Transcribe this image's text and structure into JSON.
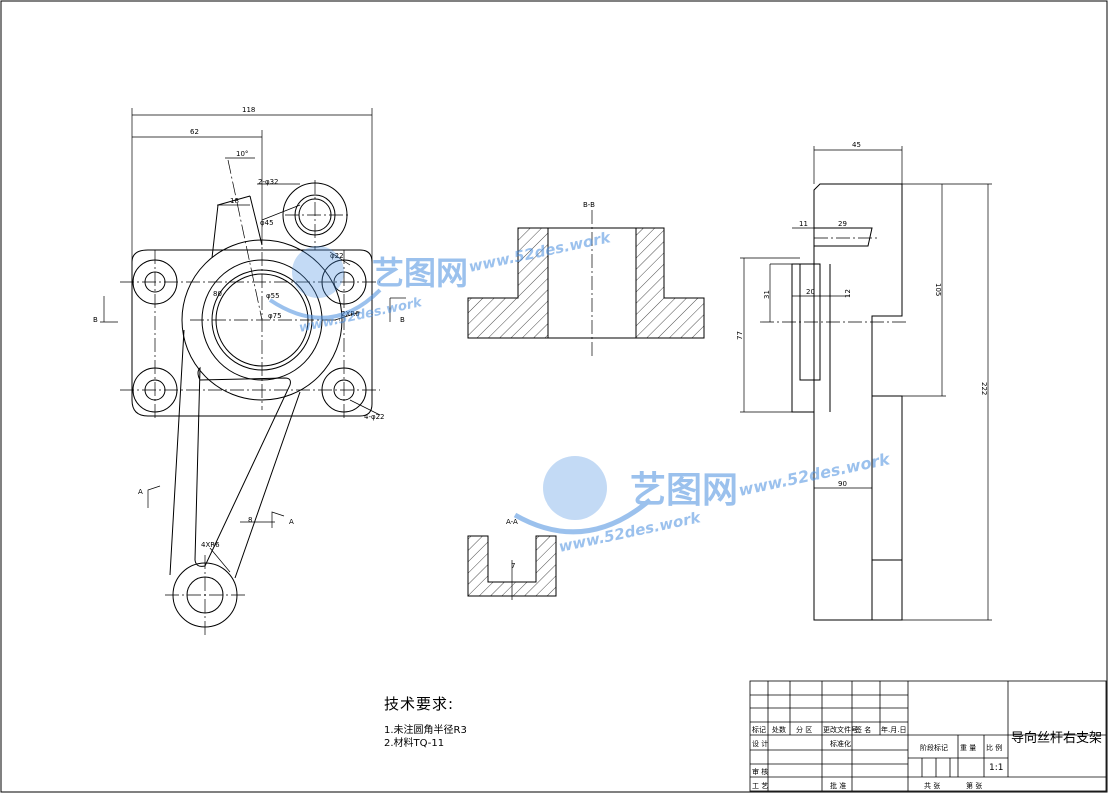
{
  "drawing": {
    "title": "导向丝杆右支架",
    "scale": "1:1"
  },
  "views": {
    "section_bb_label": "B-B",
    "section_aa_label": "A-A",
    "cut_mark_b": "B",
    "cut_mark_a": "A"
  },
  "dimensions": {
    "d118": "118",
    "d62": "62",
    "d10deg": "10°",
    "d2phi32": "2-φ32",
    "d18": "18",
    "d45a": "φ45",
    "d80": "80",
    "d75": "φ75",
    "d55": "φ55",
    "d2xr6": "2XR6",
    "d6r22": "φ22",
    "d4phi22": "4-φ22",
    "d4xr6": "4XR6",
    "d8": "8",
    "d7": "7",
    "d45": "45",
    "d11": "11",
    "d29": "29",
    "d31": "31",
    "d20": "20",
    "d12": "12",
    "d77": "77",
    "d105": "105",
    "d90": "90",
    "d222": "222"
  },
  "notes": {
    "title": "技术要求:",
    "items": [
      "1.未注圆角半径R3",
      "2.材料TQ-11"
    ]
  },
  "title_block": {
    "rev_headers": [
      "标记",
      "处数",
      "分 区",
      "更改文件号",
      "签 名",
      "年.月.日"
    ],
    "design": "设 计",
    "standardize": "标准化",
    "stage_mark": "阶段标记",
    "weight": "重 量",
    "scale_label": "比 例",
    "review": "审 核",
    "process": "工 艺",
    "approve": "批 准",
    "sheets_total": "共 张",
    "sheet_no": "第 张"
  },
  "watermark": {
    "brand": "艺图网",
    "url": "www.52des.work",
    "logo_color": "#4a8fe0"
  }
}
